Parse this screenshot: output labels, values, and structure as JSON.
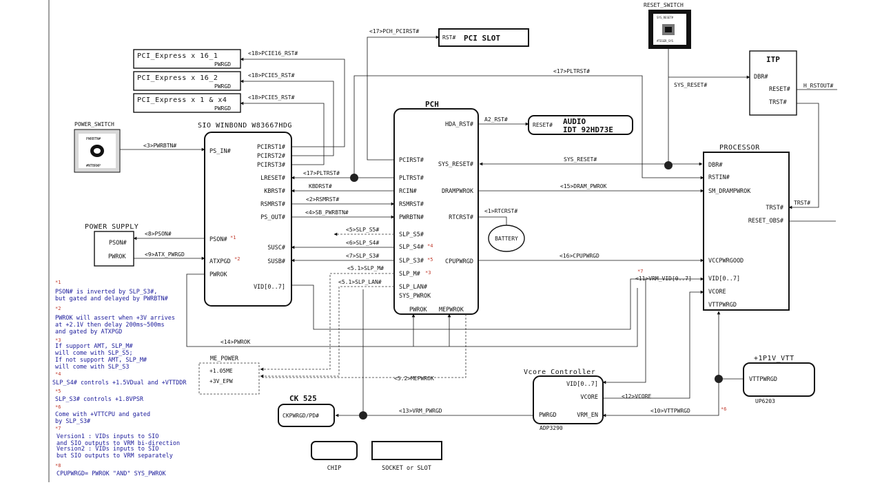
{
  "blocks": {
    "pci_slot": {
      "pin": "RST#",
      "title": "PCI SLOT"
    },
    "reset_switch": {
      "title": "RESET_SWITCH",
      "icon_top": "SYS_RESET#",
      "icon_bottom": "#TESER_SYS"
    },
    "itp": {
      "title": "ITP",
      "pins": [
        "DBR#",
        "RESET#",
        "TRST#"
      ]
    },
    "pcie_slots": [
      {
        "title": "PCI_Express x 16_1",
        "pin": "PWRGD"
      },
      {
        "title": "PCI_Express x 16_2",
        "pin": "PWRGD"
      },
      {
        "title": "PCI_Express x 1 & x4",
        "pin": "PWRGD"
      }
    ],
    "power_switch": {
      "title": "POWER_SWITCH",
      "icon_top": "PWRBTN#",
      "icon_bottom": "#NTBRWP"
    },
    "sio": {
      "title": "SIO WINBOND W83667HDG",
      "left_pins": [
        "PS_IN#",
        "PSON#",
        "ATXPGD",
        "PWROK"
      ],
      "right_pins": [
        "PCIRST1#",
        "PCIRST2#",
        "PCIRST3#",
        "LRESET#",
        "KBRST#",
        "RSMRST#",
        "PS_OUT#",
        "SUSC#",
        "SUSB#",
        "VID[0..7]"
      ]
    },
    "pch": {
      "title": "PCH",
      "left_pins": [
        "PCIRST#",
        "PLTRST#",
        "RCIN#",
        "RSMRST#",
        "PWRBTN#",
        "SLP_S5#",
        "SLP_S4#",
        "SLP_S3#",
        "SLP_M#",
        "SLP_LAN#",
        "SYS_PWROK"
      ],
      "right_pins": [
        "HDA_RST#",
        "SYS_RESET#",
        "DRAMPWROK",
        "RTCRST#",
        "CPUPWRGD"
      ],
      "bottom_pins": [
        "PWROK",
        "MEPWROK"
      ]
    },
    "audio": {
      "pin": "RESET#",
      "title": "AUDIO",
      "subtitle": "IDT 92HD73E"
    },
    "processor": {
      "title": "PROCESSOR",
      "pins": [
        "DBR#",
        "RSTIN#",
        "SM_DRAMPWROK",
        "TRST#",
        "RESET_OBS#",
        "VCCPWRGOOD",
        "VID[0..7]",
        "VCORE",
        "VTTPWRGD"
      ]
    },
    "power_supply": {
      "title": "POWER SUPPLY",
      "pins": [
        "PSON#",
        "PWROK"
      ]
    },
    "battery": {
      "title": "BATTERY"
    },
    "me_power": {
      "title": "ME_POWER",
      "rails": [
        "+1.05ME",
        "+3V_EPW"
      ]
    },
    "vcore_ctrl": {
      "title": "Vcore Controller",
      "pins": [
        "VID[0..7]",
        "VCORE",
        "PWRGD",
        "VRM_EN"
      ],
      "part": "ADP3290"
    },
    "vtt": {
      "title": "+1P1V_VTT",
      "pin": "VTTPWRGD",
      "part": "UP6203"
    },
    "ck": {
      "title": "CK 525",
      "pin": "CKPWRGD/PD#"
    }
  },
  "signals": {
    "pch_pcirst": "<17>PCH_PCIRST#",
    "pcie16_1": "<18>PCIE16_RST#",
    "pcie16_2": "<18>PCIE5_RST#",
    "pcie_x1": "<18>PCIE5_RST#",
    "pltrst_top": "<17>PLTRST#",
    "sys_reset_v": "SYS_RESET#",
    "h_rstout": "H_RSTOUT#",
    "a2_rst": "A2_RST#",
    "pwrbtn": "<3>PWRBTN#",
    "pltrst": "<17>PLTRST#",
    "kbdrst": "KBDRST#",
    "rsmrst": "<2>RSMRST#",
    "sb_pwrbtn": "<4>SB_PWRBTN#",
    "sys_reset_h": "SYS_RESET#",
    "dram_pwrok": "<15>DRAM_PWROK",
    "rtcrst": "<1>RTCRST#",
    "trst": "TRST#",
    "pson": "<8>PSON#",
    "atx_pwrgd": "<9>ATX_PWRGD",
    "slp_s5": "<5>SLP_S5#",
    "slp_s4": "<6>SLP_S4#",
    "slp_s3": "<7>SLP_S3#",
    "slp_m": "<5.1>SLP_M#",
    "slp_lan": "<5.1>SLP_LAN#",
    "cpupwrgd": "<16>CPUPWRGD",
    "vrm_vid": "<11>VRM_VID[0..7]",
    "pwrok": "<14>PWROK",
    "mepwrok": "<5.2>MEPWROK",
    "vcore": "<12>VCORE",
    "vttpwrgd": "<10>VTTPWRGD",
    "vrm_pwrgd": "<13>VRM_PWRGD"
  },
  "marks": {
    "m1": "*1",
    "m2": "*2",
    "m3": "*3",
    "m4": "*4",
    "m5": "*5",
    "m6": "*6",
    "m7": "*7"
  },
  "notes": [
    {
      "mark": "*1",
      "lines": [
        "PSON# is inverted by SLP_S3#,",
        "but gated and delayed by PWRBTN#"
      ]
    },
    {
      "mark": "*2",
      "lines": [
        "PWROK will assert when +3V arrives",
        "at +2.1V then delay 200ms~500ms",
        "and gated by ATXPGD"
      ]
    },
    {
      "mark": "*3",
      "lines": [
        "If support AMT, SLP_M#",
        "will come with SLP_S5;",
        "If not support AMT, SLP_M#",
        "will come with SLP_S3"
      ]
    },
    {
      "mark": "*4",
      "lines": [
        "SLP_S4# controls +1.5VDual and +VTTDDR"
      ]
    },
    {
      "mark": "*5",
      "lines": [
        "SLP_S3# controls +1.8VPSR"
      ]
    },
    {
      "mark": "*6",
      "lines": [
        "Come with +VTTCPU and gated",
        "by SLP_S3#"
      ]
    },
    {
      "mark": "*7",
      "lines": [
        "Version1 : VIDs inputs to SIO",
        "and SIO outputs to VRM bi-direction",
        "Version2 : VIDs inputs to SIO",
        "but SIO outputs to VRM separately"
      ]
    },
    {
      "mark": "*8",
      "lines": [
        "CPUPWRGD= PWROK \"AND\" SYS_PWROK"
      ]
    }
  ],
  "legend": {
    "chip": "CHIP",
    "socket": "SOCKET or SLOT"
  }
}
